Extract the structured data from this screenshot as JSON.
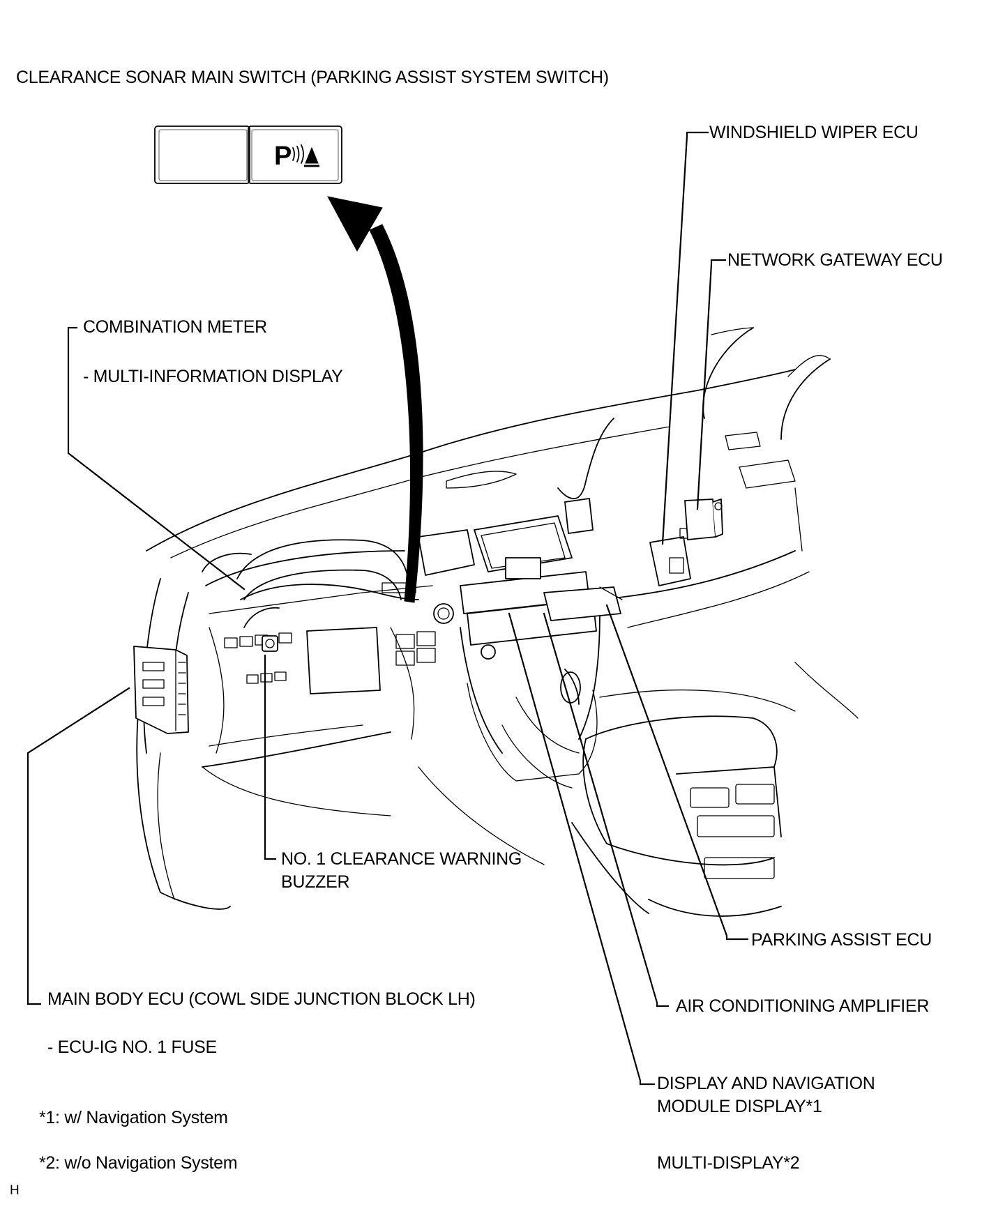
{
  "labels": {
    "sonar_switch": "CLEARANCE SONAR MAIN SWITCH (PARKING ASSIST SYSTEM SWITCH)",
    "wiper_ecu": "WINDSHIELD WIPER ECU",
    "gateway_ecu": "NETWORK GATEWAY ECU",
    "combination_meter": "COMBINATION METER",
    "multi_info_display": "- MULTI-INFORMATION DISPLAY",
    "warning_buzzer_line1": "NO. 1 CLEARANCE WARNING",
    "warning_buzzer_line2": "BUZZER",
    "parking_assist_ecu": "PARKING ASSIST ECU",
    "main_body_ecu": "MAIN BODY ECU (COWL SIDE JUNCTION BLOCK LH)",
    "ecu_ig_fuse": "- ECU-IG NO. 1 FUSE",
    "ac_amplifier": "AIR CONDITIONING AMPLIFIER",
    "display_nav_line1": "DISPLAY AND NAVIGATION",
    "display_nav_line2": "MODULE DISPLAY*1",
    "multi_display": "MULTI-DISPLAY*2",
    "footnote_1": "*1: w/ Navigation System",
    "footnote_2": "*2: w/o Navigation System",
    "corner_code": "H"
  },
  "switch_symbol": "P",
  "icons": [
    "parking-assist-icon",
    "curved-arrow-icon"
  ]
}
